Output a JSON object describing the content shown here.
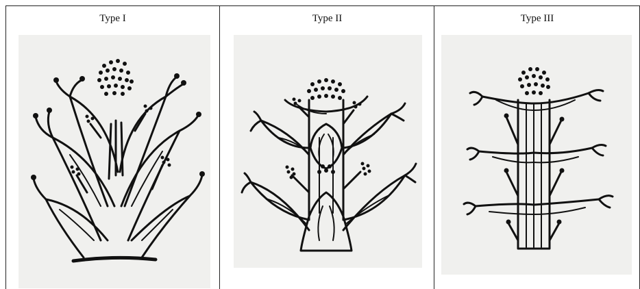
{
  "figure": {
    "columns": [
      {
        "label": "Type I",
        "icon": "branched-leafy-plant-icon"
      },
      {
        "label": "Type II",
        "icon": "sheathed-stem-plant-icon"
      },
      {
        "label": "Type III",
        "icon": "columnar-stem-plant-icon"
      }
    ]
  }
}
